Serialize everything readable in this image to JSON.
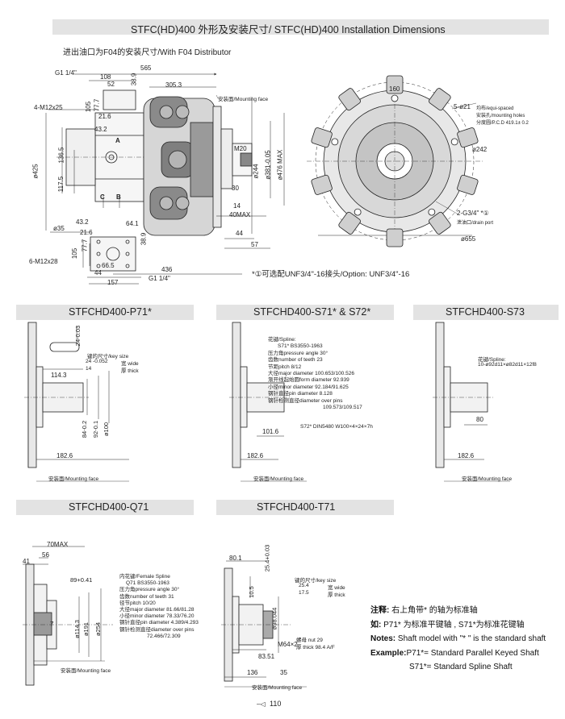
{
  "page_title": "STFC(HD)400 外形及安装尺寸/ STFC(HD)400 Installation Dimensions",
  "subtitle": "进出油口为F04的安装尺寸/With F04 Distributor",
  "main_view": {
    "top_dims": [
      "G1 1/4\"",
      "565",
      "108",
      "52",
      "38.9",
      "305.3"
    ],
    "left_dims": [
      "4-M12x25",
      "105",
      "77.7",
      "21.6",
      "43.2",
      "ø425",
      "136.5",
      "117.5"
    ],
    "right_dims": [
      "M20",
      "ø244",
      "ø381-0.05",
      "ø476 MAX",
      "30",
      "14",
      "40MAX",
      "44",
      "57"
    ],
    "ports": [
      "A",
      "B",
      "C"
    ],
    "mounting_face": "安装面/Mounting face"
  },
  "flange_view": {
    "dims": [
      "43.2",
      "64.1",
      "ø35",
      "21.6",
      "77.7",
      "105",
      "38.9",
      "6-M12x28",
      "44",
      "66.5",
      "157",
      "436",
      "G1 1/4\""
    ]
  },
  "front_view": {
    "dim_160": "160",
    "holes_label": "5-ø21",
    "holes_cn": "均布/equi-spaced",
    "holes_cn2": "安装孔/mounting holes",
    "pcd": "分度圆/P.C.D 419.1± 0.2",
    "d242": "ø242",
    "drain": "2-G3/4\" *①",
    "drain_label": "泄油口/drain port",
    "d655": "ø655"
  },
  "option_note": "*①可选配UNF3/4\"-16接头/Option: UNF3/4\"-16",
  "sections": {
    "p71": "STFCHD400-P71*",
    "s71": "STFCHD400-S71* & S72*",
    "s73": "STFCHD400-S73",
    "q71": "STFCHD400-Q71",
    "t71": "STFCHD400-T71"
  },
  "p71": {
    "key": [
      "键的尺寸/key size",
      "24 -0.052",
      "宽 wide",
      "14",
      "厚 thick"
    ],
    "dims": [
      "24-0.03",
      "114.3",
      "84-0.2",
      "92-0.1",
      "ø100",
      "182.6"
    ],
    "mount": "安装面/Mounting face"
  },
  "s71": {
    "lines": [
      "花键/Spline:",
      "S71* BS3550-1963",
      "压力角pressure angle  30°",
      "齿数number of teeth  23",
      "节距pitch        8/12",
      "大径major diameter   100.653/100.526",
      "渐开线起始圆form diameter   92.939",
      "小径minor diameter   92.184/91.625",
      "钢针直径pin diameter  8.128",
      "钢针检测直径diameter over pins",
      "109.573/109.517"
    ],
    "s72": "S72* DIN5480  W100×4×24×7h",
    "dims": [
      "101.6",
      "182.6"
    ],
    "mount": "安装面/Mounting face"
  },
  "s73": {
    "lines": [
      "花键/Spline:",
      "10-ø92d11×ø82d11×12f8"
    ],
    "dims": [
      "80",
      "182.6"
    ],
    "mount": "安装面/Mounting face"
  },
  "q71": {
    "lines": [
      "内花键/Female Spline",
      "Q71  BS3550-1963",
      "压力角pressure angle  30°",
      "齿数number of teeth  31",
      "径节pitch        10/20",
      "大径major diameter    81.66/81.28",
      "小径minor diameter    78.33/76.20",
      "钢针直径pin diameter  4.389/4.293",
      "钢针检测直径diameter over pins",
      "72.466/72.309"
    ],
    "dims": [
      "70MAX",
      "41",
      "56",
      "89+0.41",
      "ø114.3",
      "ø191",
      "ø254",
      "7"
    ],
    "mount": "安装面/Mounting face"
  },
  "t71": {
    "key": [
      "键的尺寸/key size",
      "25.4",
      "宽 wide",
      "17.5",
      "厚 thick"
    ],
    "nut": [
      "螺母  nut 29",
      "厚 thick 98.4 A/F"
    ],
    "dims": [
      "80.1",
      "25.4+0.03",
      "10.5",
      "ø98.044",
      "M64×2",
      "83.51",
      "136",
      "35"
    ],
    "mount": "安装面/Mounting face"
  },
  "notes": {
    "n1_label": "注释:",
    "n1": " 右上角带* 的轴为标准轴",
    "n2_label": "如:",
    "n2": " P71* 为标准平键轴 , S71*为标准花键轴",
    "n3_label": "Notes:",
    "n3": " Shaft model with \"* \" is the standard shaft",
    "n4_label": "Example:",
    "n4": "P71*= Standard Parallel Keyed Shaft",
    "n5": "S71*= Standard Spline Shaft"
  },
  "page_number": "110"
}
